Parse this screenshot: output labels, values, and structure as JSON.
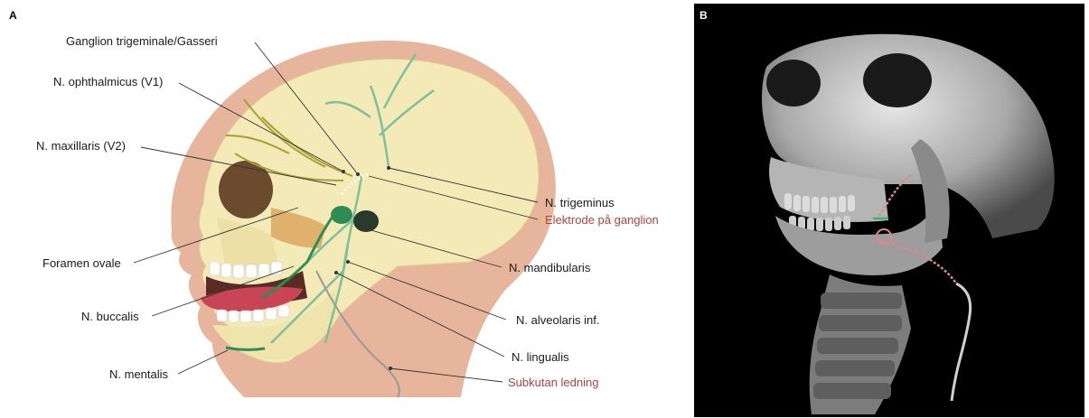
{
  "panel_a": {
    "letter": "A",
    "labels": {
      "ganglion": "Ganglion trigeminale/Gasseri",
      "ophthalmicus": "N. ophthalmicus (V1)",
      "maxillaris": "N. maxillaris (V2)",
      "foramen": "Foramen ovale",
      "buccalis": "N. buccalis",
      "mentalis": "N. mentalis",
      "trigeminus": "N. trigeminus",
      "elektrode": "Elektrode på ganglion",
      "mandibularis": "N. mandibularis",
      "alveolaris": "N. alveolaris inf.",
      "lingualis": "N. lingualis",
      "subkutan": "Subkutan ledning"
    },
    "colors": {
      "label_text": "#1a1a1a",
      "highlight_label": "#b5413f",
      "skin": "#e7b49c",
      "skull": "#f4eab8",
      "nerve": "#7fbf9a",
      "electrode_wire": "#9a9a9a"
    }
  },
  "panel_b": {
    "letter": "B",
    "colors": {
      "background": "#000000",
      "bone": "#bdbdbd",
      "lead": "#d98b8b"
    }
  }
}
